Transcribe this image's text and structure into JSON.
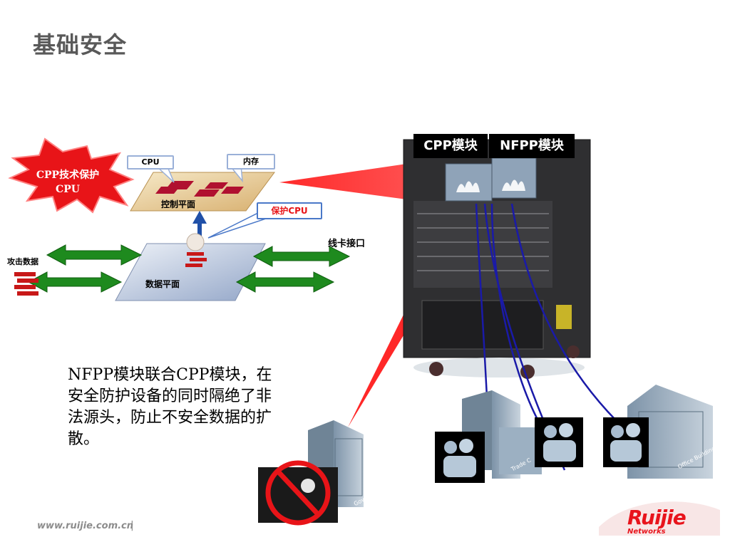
{
  "slide": {
    "title": "基础安全",
    "body_text": "NFPP模块联合CPP模块，在安全防护设备的同时隔绝了非法源头，防止不安全数据的扩散。",
    "footer_url": "www.ruijie.com.cn",
    "footer_separator": "|"
  },
  "diagram": {
    "starburst_label_line1": "CPP技术保护",
    "starburst_label_line2": "CPU",
    "cpu_callout": "CPU",
    "memory_callout": "内存",
    "control_plane": "控制平面",
    "protect_cpu_callout": "保护CPU",
    "line_card": "线卡接口",
    "attack_data": "攻击数据",
    "data_plane": "数据平面"
  },
  "modules": {
    "cpp": "CPP模块",
    "nfpp": "NFPP模块"
  },
  "buildings": {
    "government": "Government",
    "trade_center": "Trade C",
    "office_building": "Office Building"
  },
  "brand": {
    "logo": "Ruijie",
    "logo_sub": "Networks",
    "accent": "#e8141c",
    "link_blue": "#1a1aa8",
    "arrow_green": "#1e8a1e"
  }
}
